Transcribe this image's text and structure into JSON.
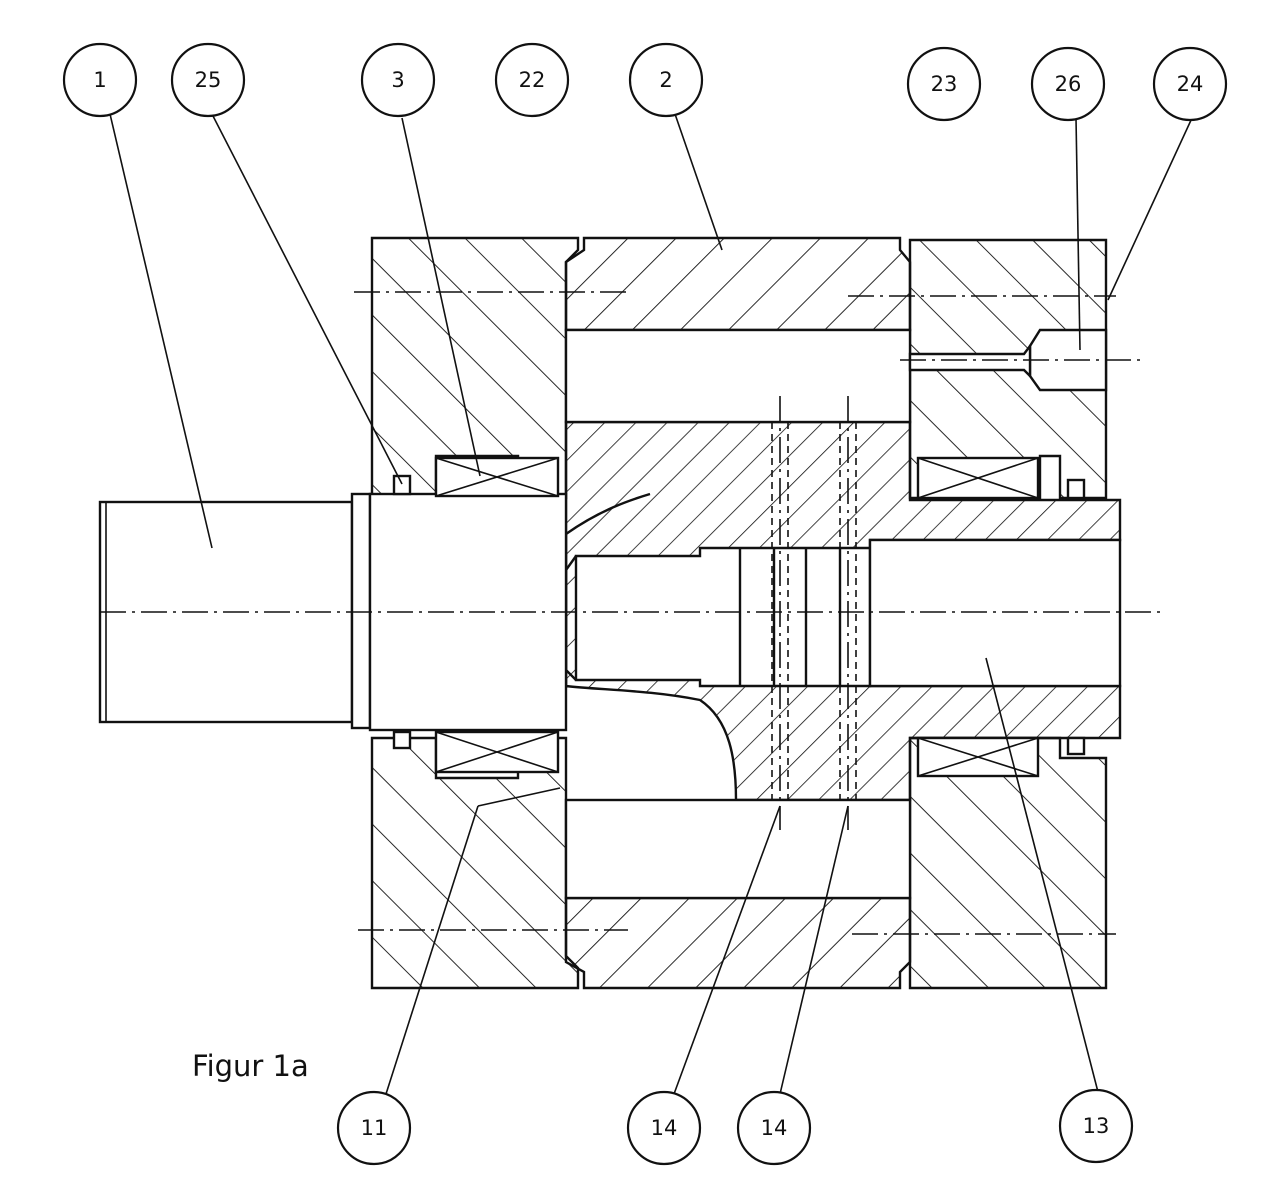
{
  "figure": {
    "caption": "Figur 1a",
    "hatch_color": "#111111",
    "background": "#ffffff"
  },
  "callouts": [
    {
      "id": "c1",
      "label": "1"
    },
    {
      "id": "c25",
      "label": "25"
    },
    {
      "id": "c3",
      "label": "3"
    },
    {
      "id": "c22",
      "label": "22"
    },
    {
      "id": "c2",
      "label": "2"
    },
    {
      "id": "c23",
      "label": "23"
    },
    {
      "id": "c26",
      "label": "26"
    },
    {
      "id": "c24",
      "label": "24"
    },
    {
      "id": "c11",
      "label": "11"
    },
    {
      "id": "c14a",
      "label": "14"
    },
    {
      "id": "c14b",
      "label": "14"
    },
    {
      "id": "c13",
      "label": "13"
    }
  ]
}
